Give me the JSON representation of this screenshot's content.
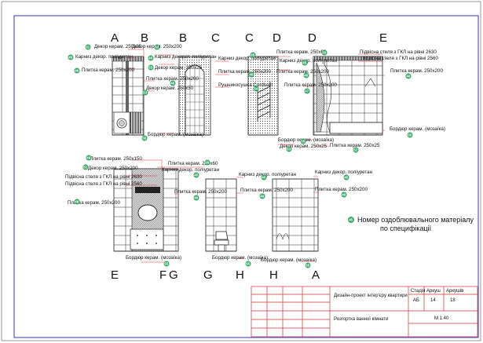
{
  "axes_top": [
    "A",
    "B",
    "B",
    "C",
    "C",
    "D",
    "D",
    "E"
  ],
  "axes_bottom": [
    "E",
    "F",
    "G",
    "G",
    "H",
    "H",
    "A"
  ],
  "materials": {
    "plitka_250x200": "Плитка керам. 250x200",
    "plitka_250x200_alt": "Плитка керам. 250x200",
    "plitka_250x60": "Плитка керам. 250x60",
    "plitka_250x25": "Плитка керам. 250x25",
    "plitka_250x150": "Плитка керам. 250x150",
    "dekor_250x25": "Декор керам. 250x25",
    "dekor_250x60": "Декор керам. 250x60",
    "dekor_250x200": "Декор керам. 250x200",
    "dekor_250x50": "Декор керам. 250x50",
    "karniz_decor": "Карниз декор. поліуретан",
    "karniz_decor_alt": "Карниз декорат. поліуретан",
    "bordyur_mosaic": "Бордюр керам. (мозаїка)",
    "rushnyk": "Рушникосушка Cordivari",
    "pidvisna_2630": "Підвісна стеля з ГКЛ на рівні 2630",
    "pidvisna_2560": "Підвісна стеля з ГКЛ на рівні 2560"
  },
  "legend_note": "Номер оздоблювального матеріалу по специфікації",
  "legend_marker": "45",
  "title_block": {
    "col_stage": "Стадія",
    "col_sheet": "Аркуш",
    "col_sheets": "Аркушів",
    "project": "Дизайн-проект інтер'єру квартири",
    "stage": "АБ",
    "sheet": "14",
    "sheets": "18",
    "drawing": "Розгортка ванної кімнати",
    "scale": "М 1:40"
  },
  "markers": [
    "45",
    "46",
    "47",
    "48",
    "49",
    "50",
    "51",
    "52",
    "53",
    "54",
    "55"
  ],
  "colors": {
    "marker": "#3aa86b",
    "leader": "#e0303a",
    "frame": "#3a36c8",
    "line": "#222222"
  }
}
